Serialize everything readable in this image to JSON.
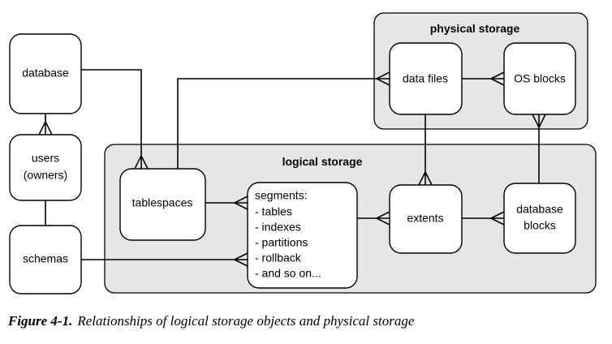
{
  "groups": {
    "physical": {
      "title": "physical storage"
    },
    "logical": {
      "title": "logical storage"
    }
  },
  "nodes": {
    "database": {
      "lines": [
        "database"
      ]
    },
    "users": {
      "lines": [
        "users",
        "(owners)"
      ]
    },
    "schemas": {
      "lines": [
        "schemas"
      ]
    },
    "tablespaces": {
      "lines": [
        "tablespaces"
      ]
    },
    "segments": {
      "lines": [
        "segments:",
        "- tables",
        "- indexes",
        "- partitions",
        "- rollback",
        "- and so on..."
      ]
    },
    "extents": {
      "lines": [
        "extents"
      ]
    },
    "data_files": {
      "lines": [
        "data files"
      ]
    },
    "os_blocks": {
      "lines": [
        "OS blocks"
      ]
    },
    "database_blocks": {
      "lines": [
        "database",
        "blocks"
      ]
    }
  },
  "caption": {
    "figure_number": "Figure 4-1.",
    "text": "Relationships of logical storage objects and physical storage"
  }
}
